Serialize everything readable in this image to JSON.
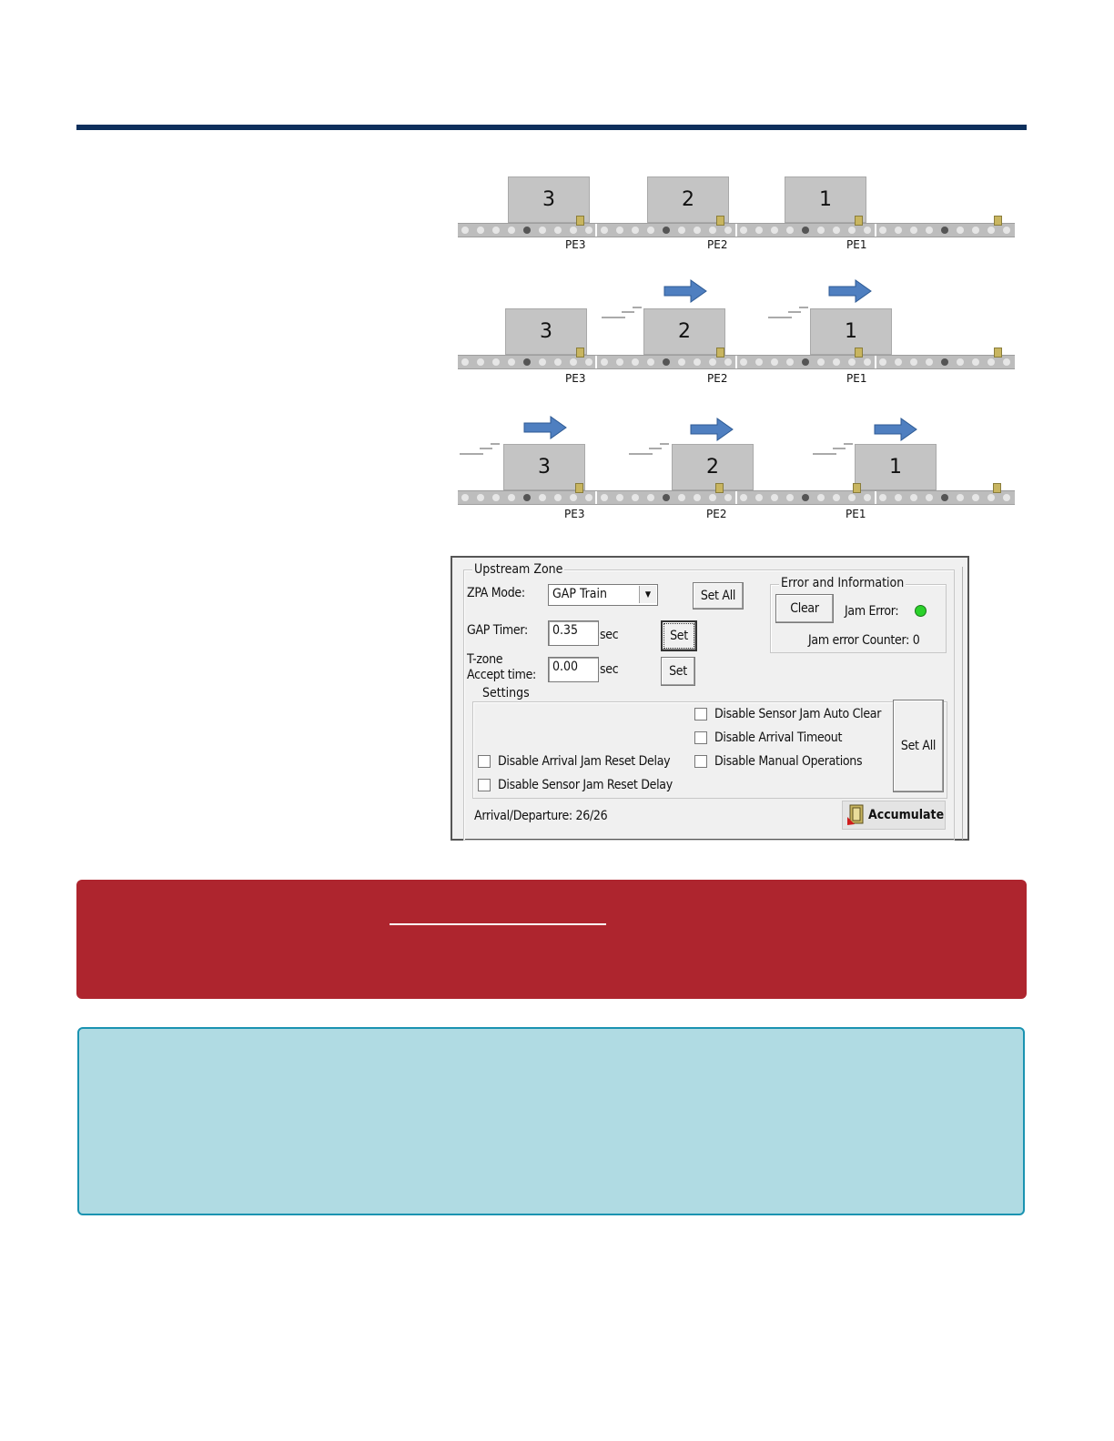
{
  "diagram": {
    "rows": [
      {
        "boxes": [
          {
            "label": "3"
          },
          {
            "label": "2"
          },
          {
            "label": "1"
          }
        ],
        "sensors": [
          {
            "label": "PE3"
          },
          {
            "label": "PE2"
          },
          {
            "label": "PE1"
          }
        ]
      },
      {
        "boxes": [
          {
            "label": "3"
          },
          {
            "label": "2"
          },
          {
            "label": "1"
          }
        ],
        "sensors": [
          {
            "label": "PE3"
          },
          {
            "label": "PE2"
          },
          {
            "label": "PE1"
          }
        ]
      },
      {
        "boxes": [
          {
            "label": "3"
          },
          {
            "label": "2"
          },
          {
            "label": "1"
          }
        ],
        "sensors": [
          {
            "label": "PE3"
          },
          {
            "label": "PE2"
          },
          {
            "label": "PE1"
          }
        ]
      }
    ],
    "colors": {
      "box": "#c4c4c4",
      "arrow": "#4f7fc0",
      "conveyor": "#bdbdbd",
      "sensor": "#c8b560"
    }
  },
  "panel": {
    "upstream_zone_label": "Upstream Zone",
    "zpa_mode_label": "ZPA Mode:",
    "zpa_mode_value": "GAP Train",
    "set_all_label": "Set All",
    "gap_timer_label": "GAP Timer:",
    "gap_timer_value": "0.35",
    "gap_timer_unit": "sec",
    "gap_set_label": "Set",
    "tzone_label_line1": "T-zone",
    "tzone_label_line2": "Accept time:",
    "tzone_value": "0.00",
    "tzone_unit": "sec",
    "tzone_set_label": "Set",
    "error_group_label": "Error and Information",
    "clear_label": "Clear",
    "jam_error_label": "Jam Error:",
    "jam_counter_label": "Jam error Counter: 0",
    "settings_label": "Settings",
    "checkboxes": {
      "disable_sensor_jam_auto_clear": "Disable Sensor Jam Auto Clear",
      "disable_arrival_timeout": "Disable Arrival Timeout",
      "disable_manual_operations": "Disable Manual Operations",
      "disable_arrival_jam_reset_delay": "Disable Arrival Jam Reset Delay",
      "disable_sensor_jam_reset_delay": "Disable Sensor Jam Reset Delay"
    },
    "settings_set_all_label": "Set All",
    "arrival_departure": "Arrival/Departure: 26/26",
    "accumulate_label": "Accumulate",
    "jam_led_color": "#2bd12b"
  },
  "colors": {
    "rule": "#0d2f5c",
    "red_banner": "#ae252e",
    "blue_banner": "#b0dbe3",
    "blue_border": "#1a93b1"
  }
}
